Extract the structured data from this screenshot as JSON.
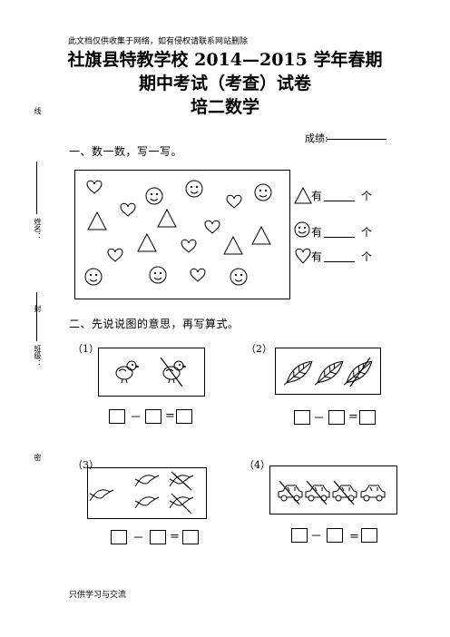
{
  "header": {
    "disclaimer": "此文档仅供收集于网络，如有侵权请联系网站删除",
    "title_line1": "社旗县特教学校 2014—2015 学年春期",
    "title_line2": "期中考试（考查）试卷",
    "title_line3": "培二数学",
    "score_label": "成绩:"
  },
  "side_margin": {
    "xian": "线",
    "name_label": "姓名：",
    "feng": "封",
    "class_label": "班级：",
    "mi": "密"
  },
  "section1": {
    "heading": "一、数一数，写一写。",
    "answers": [
      {
        "shape_icon": "triangle-icon",
        "prefix": "有",
        "suffix": "个"
      },
      {
        "shape_icon": "smiley-icon",
        "prefix": "有",
        "suffix": "个"
      },
      {
        "shape_icon": "heart-icon",
        "prefix": "有",
        "suffix": "个"
      }
    ]
  },
  "section2": {
    "heading": "二、先说说图的意思，再写算式。",
    "problems": [
      {
        "label": "（1）",
        "picture": "birds",
        "minus": "－",
        "equals": "="
      },
      {
        "label": "（2）",
        "picture": "leaves",
        "minus": "－",
        "equals": "="
      },
      {
        "label": "（3）",
        "picture": "swallows",
        "minus": "－",
        "equals": "="
      },
      {
        "label": "（4）",
        "picture": "cars",
        "minus": "－",
        "equals": "="
      }
    ]
  },
  "footer": {
    "text": "只供学习与交流"
  }
}
